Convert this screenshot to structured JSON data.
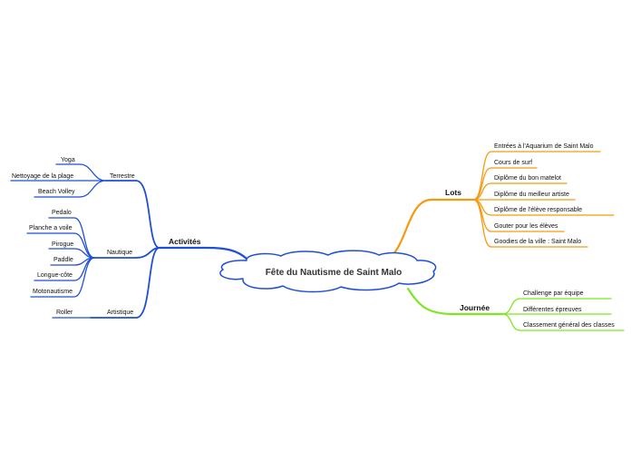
{
  "root": {
    "label": "Fête du Nautisme de Saint Malo"
  },
  "colors": {
    "activites": "#1f4fd6",
    "lots": "#f59a10",
    "journee": "#7ee61e",
    "cloud_stroke": "#1f4fd6"
  },
  "branches": {
    "activites": {
      "label": "Activités",
      "groups": [
        {
          "label": "Terrestre",
          "items": [
            "Yoga",
            "Nettoyage de la plage",
            "Beach Volley"
          ]
        },
        {
          "label": "Nautique",
          "items": [
            "Pedalo",
            "Planche a voile",
            "Pirogue",
            "Paddle",
            "Longue-côte",
            "Motonautisme"
          ]
        },
        {
          "label": "Artistique",
          "items": [
            "Roller"
          ]
        }
      ]
    },
    "lots": {
      "label": "Lots",
      "items": [
        "Entrées à l'Aquarium de Saint Malo",
        "Cours de surf",
        "Diplôme du bon matelot",
        "Diplôme du meilleur artiste",
        "Diplôme de l'élève responsable",
        "Gouter pour les élèves",
        "Goodies de la ville : Saint Malo"
      ]
    },
    "journee": {
      "label": "Journée",
      "items": [
        "Challenge par équipe",
        "Différentes épreuves",
        "Classement  général des classes"
      ]
    }
  }
}
